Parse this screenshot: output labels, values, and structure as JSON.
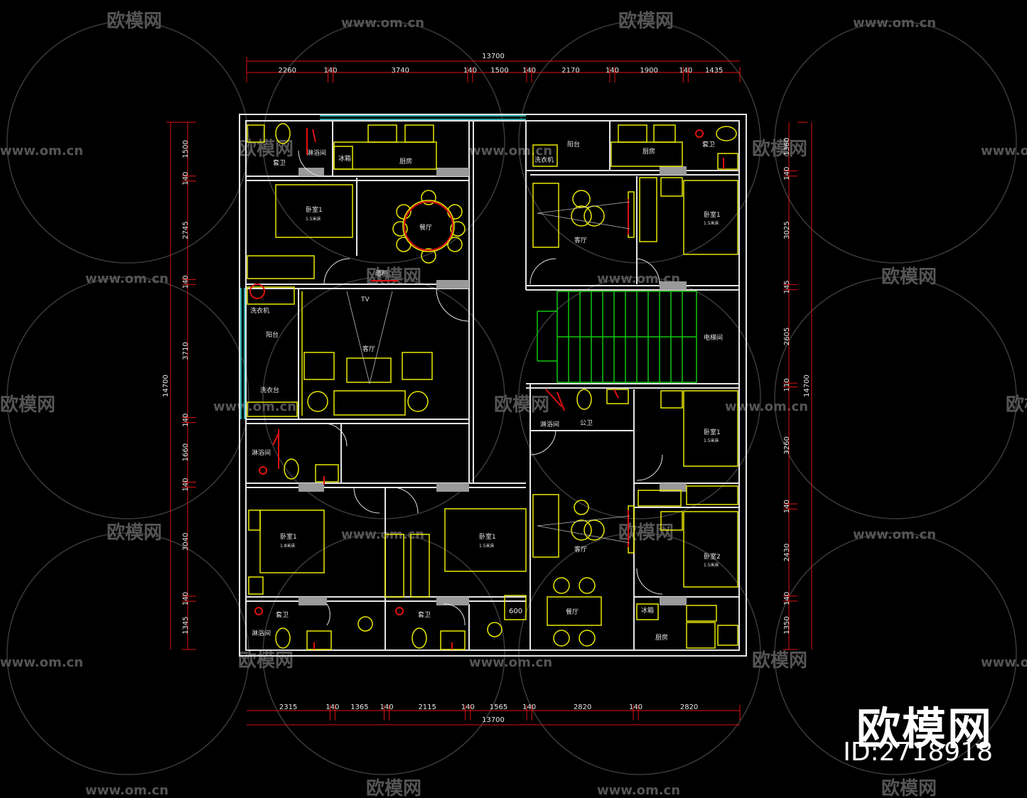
{
  "watermark": {
    "brand": "欧模网",
    "url": "www.om.cn",
    "id_text": "ID:2718918"
  },
  "colors": {
    "background": "#000000",
    "wall": "#e6e6e6",
    "furniture": "#e8e800",
    "dimension": "#e01010",
    "dim_text": "#e6e6e6",
    "window": "#2aa7a7",
    "stairs": "#11c811",
    "label": "#e6e6e6"
  },
  "dimensions": {
    "top_total": "13700",
    "top_segments": [
      "2260",
      "140",
      "3740",
      "140",
      "1500",
      "140",
      "2170",
      "140",
      "1900",
      "140",
      "1435"
    ],
    "bottom_total": "13700",
    "bottom_segments": [
      "2315",
      "140",
      "1365",
      "140",
      "2115",
      "140",
      "1565",
      "140",
      "2820",
      "140",
      "2820"
    ],
    "left_total": "14700",
    "left_segments": [
      "1500",
      "140",
      "2745",
      "140",
      "3710",
      "140",
      "1660",
      "140",
      "3040",
      "140",
      "1345"
    ],
    "right_total": "14700",
    "right_segments": [
      "1360",
      "140",
      "3025",
      "145",
      "2605",
      "110",
      "3260",
      "140",
      "2430",
      "140",
      "1350"
    ],
    "door_note": "600"
  },
  "rooms": {
    "tl_shower": "淋浴间",
    "tl_bath": "套卫",
    "tl_fridge": "冰箱",
    "tl_kitchen": "厨房",
    "tl_bed": "卧室1",
    "tl_bed_size": "1.5米床",
    "tl_dining": "餐厅",
    "tl_cabinet": "酒柜",
    "tl_tv": "TV",
    "tl_washer": "洗衣机",
    "tl_balcony": "阳台",
    "tl_living": "客厅",
    "tl_washbasin": "洗衣台",
    "ml_shower": "淋浴间",
    "bl_bed": "卧室1",
    "bl_bed_size": "1.8米床",
    "bl_bath": "套卫",
    "bl_shower": "淋浴间",
    "bm_bed": "卧室1",
    "bm_bed_size": "1.5米床",
    "bm_bath": "套卫",
    "tr_balcony": "阳台",
    "tr_washer": "洗衣机",
    "tr_kitchen": "厨房",
    "tr_bath": "套卫",
    "tr_living": "客厅",
    "tr_bed": "卧室1",
    "tr_bed_size": "1.5米床",
    "elevator": "电梯间",
    "mr_shower": "淋浴间",
    "mr_public_bath": "公卫",
    "mr_bed": "卧室1",
    "mr_bed_size": "1.5米床",
    "br_living": "客厅",
    "br_dining": "餐厅",
    "br_bed": "卧室2",
    "br_bed_size": "1.5米床",
    "br_fridge": "冰箱",
    "br_kitchen": "厨房"
  }
}
